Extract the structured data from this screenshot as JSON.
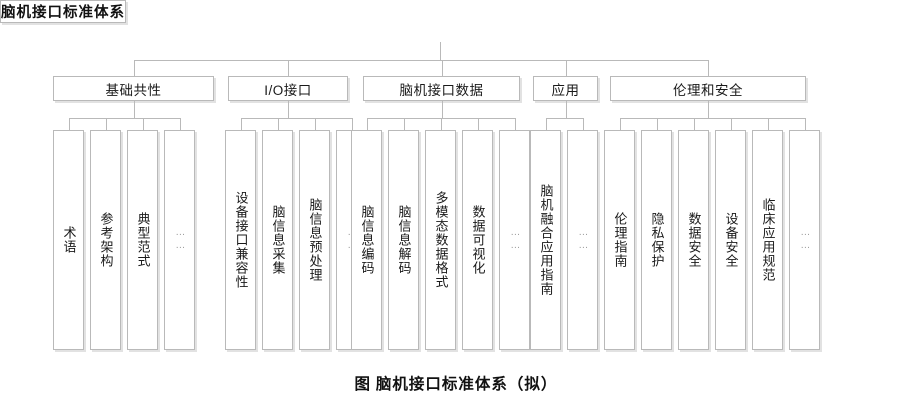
{
  "figure": {
    "caption": "图  脑机接口标准体系（拟）",
    "root": {
      "label": "脑机接口标准体系"
    },
    "categories": [
      {
        "id": "basic-common",
        "label": "基础共性",
        "leaves": [
          {
            "label": "术语",
            "is_ellipsis": false
          },
          {
            "label": "参考架构",
            "is_ellipsis": false
          },
          {
            "label": "典型范式",
            "is_ellipsis": false
          },
          {
            "label": "……",
            "is_ellipsis": true
          }
        ]
      },
      {
        "id": "io-interface",
        "label": "I/O接口",
        "leaves": [
          {
            "label": "设备接口兼容性",
            "is_ellipsis": false
          },
          {
            "label": "脑信息采集",
            "is_ellipsis": false
          },
          {
            "label": "脑信息预处理",
            "is_ellipsis": false
          },
          {
            "label": "……",
            "is_ellipsis": true
          }
        ]
      },
      {
        "id": "bci-data",
        "label": "脑机接口数据",
        "leaves": [
          {
            "label": "脑信息编码",
            "is_ellipsis": false
          },
          {
            "label": "脑信息解码",
            "is_ellipsis": false
          },
          {
            "label": "多模态数据格式",
            "is_ellipsis": false
          },
          {
            "label": "数据可视化",
            "is_ellipsis": false
          },
          {
            "label": "……",
            "is_ellipsis": true
          }
        ]
      },
      {
        "id": "application",
        "label": "应用",
        "leaves": [
          {
            "label": "脑机融合应用指南",
            "is_ellipsis": false
          },
          {
            "label": "……",
            "is_ellipsis": true
          }
        ]
      },
      {
        "id": "ethics-security",
        "label": "伦理和安全",
        "leaves": [
          {
            "label": "伦理指南",
            "is_ellipsis": false
          },
          {
            "label": "隐私保护",
            "is_ellipsis": false
          },
          {
            "label": "数据安全",
            "is_ellipsis": false
          },
          {
            "label": "设备安全",
            "is_ellipsis": false
          },
          {
            "label": "临床应用规范",
            "is_ellipsis": false
          },
          {
            "label": "……",
            "is_ellipsis": true
          }
        ]
      }
    ],
    "colors": {
      "border": "#b9b9b9",
      "shadow": "#e2e2e2",
      "text": "#1a1a1a",
      "background": "#ffffff",
      "ellipsis_text": "#9a9a9a"
    }
  }
}
